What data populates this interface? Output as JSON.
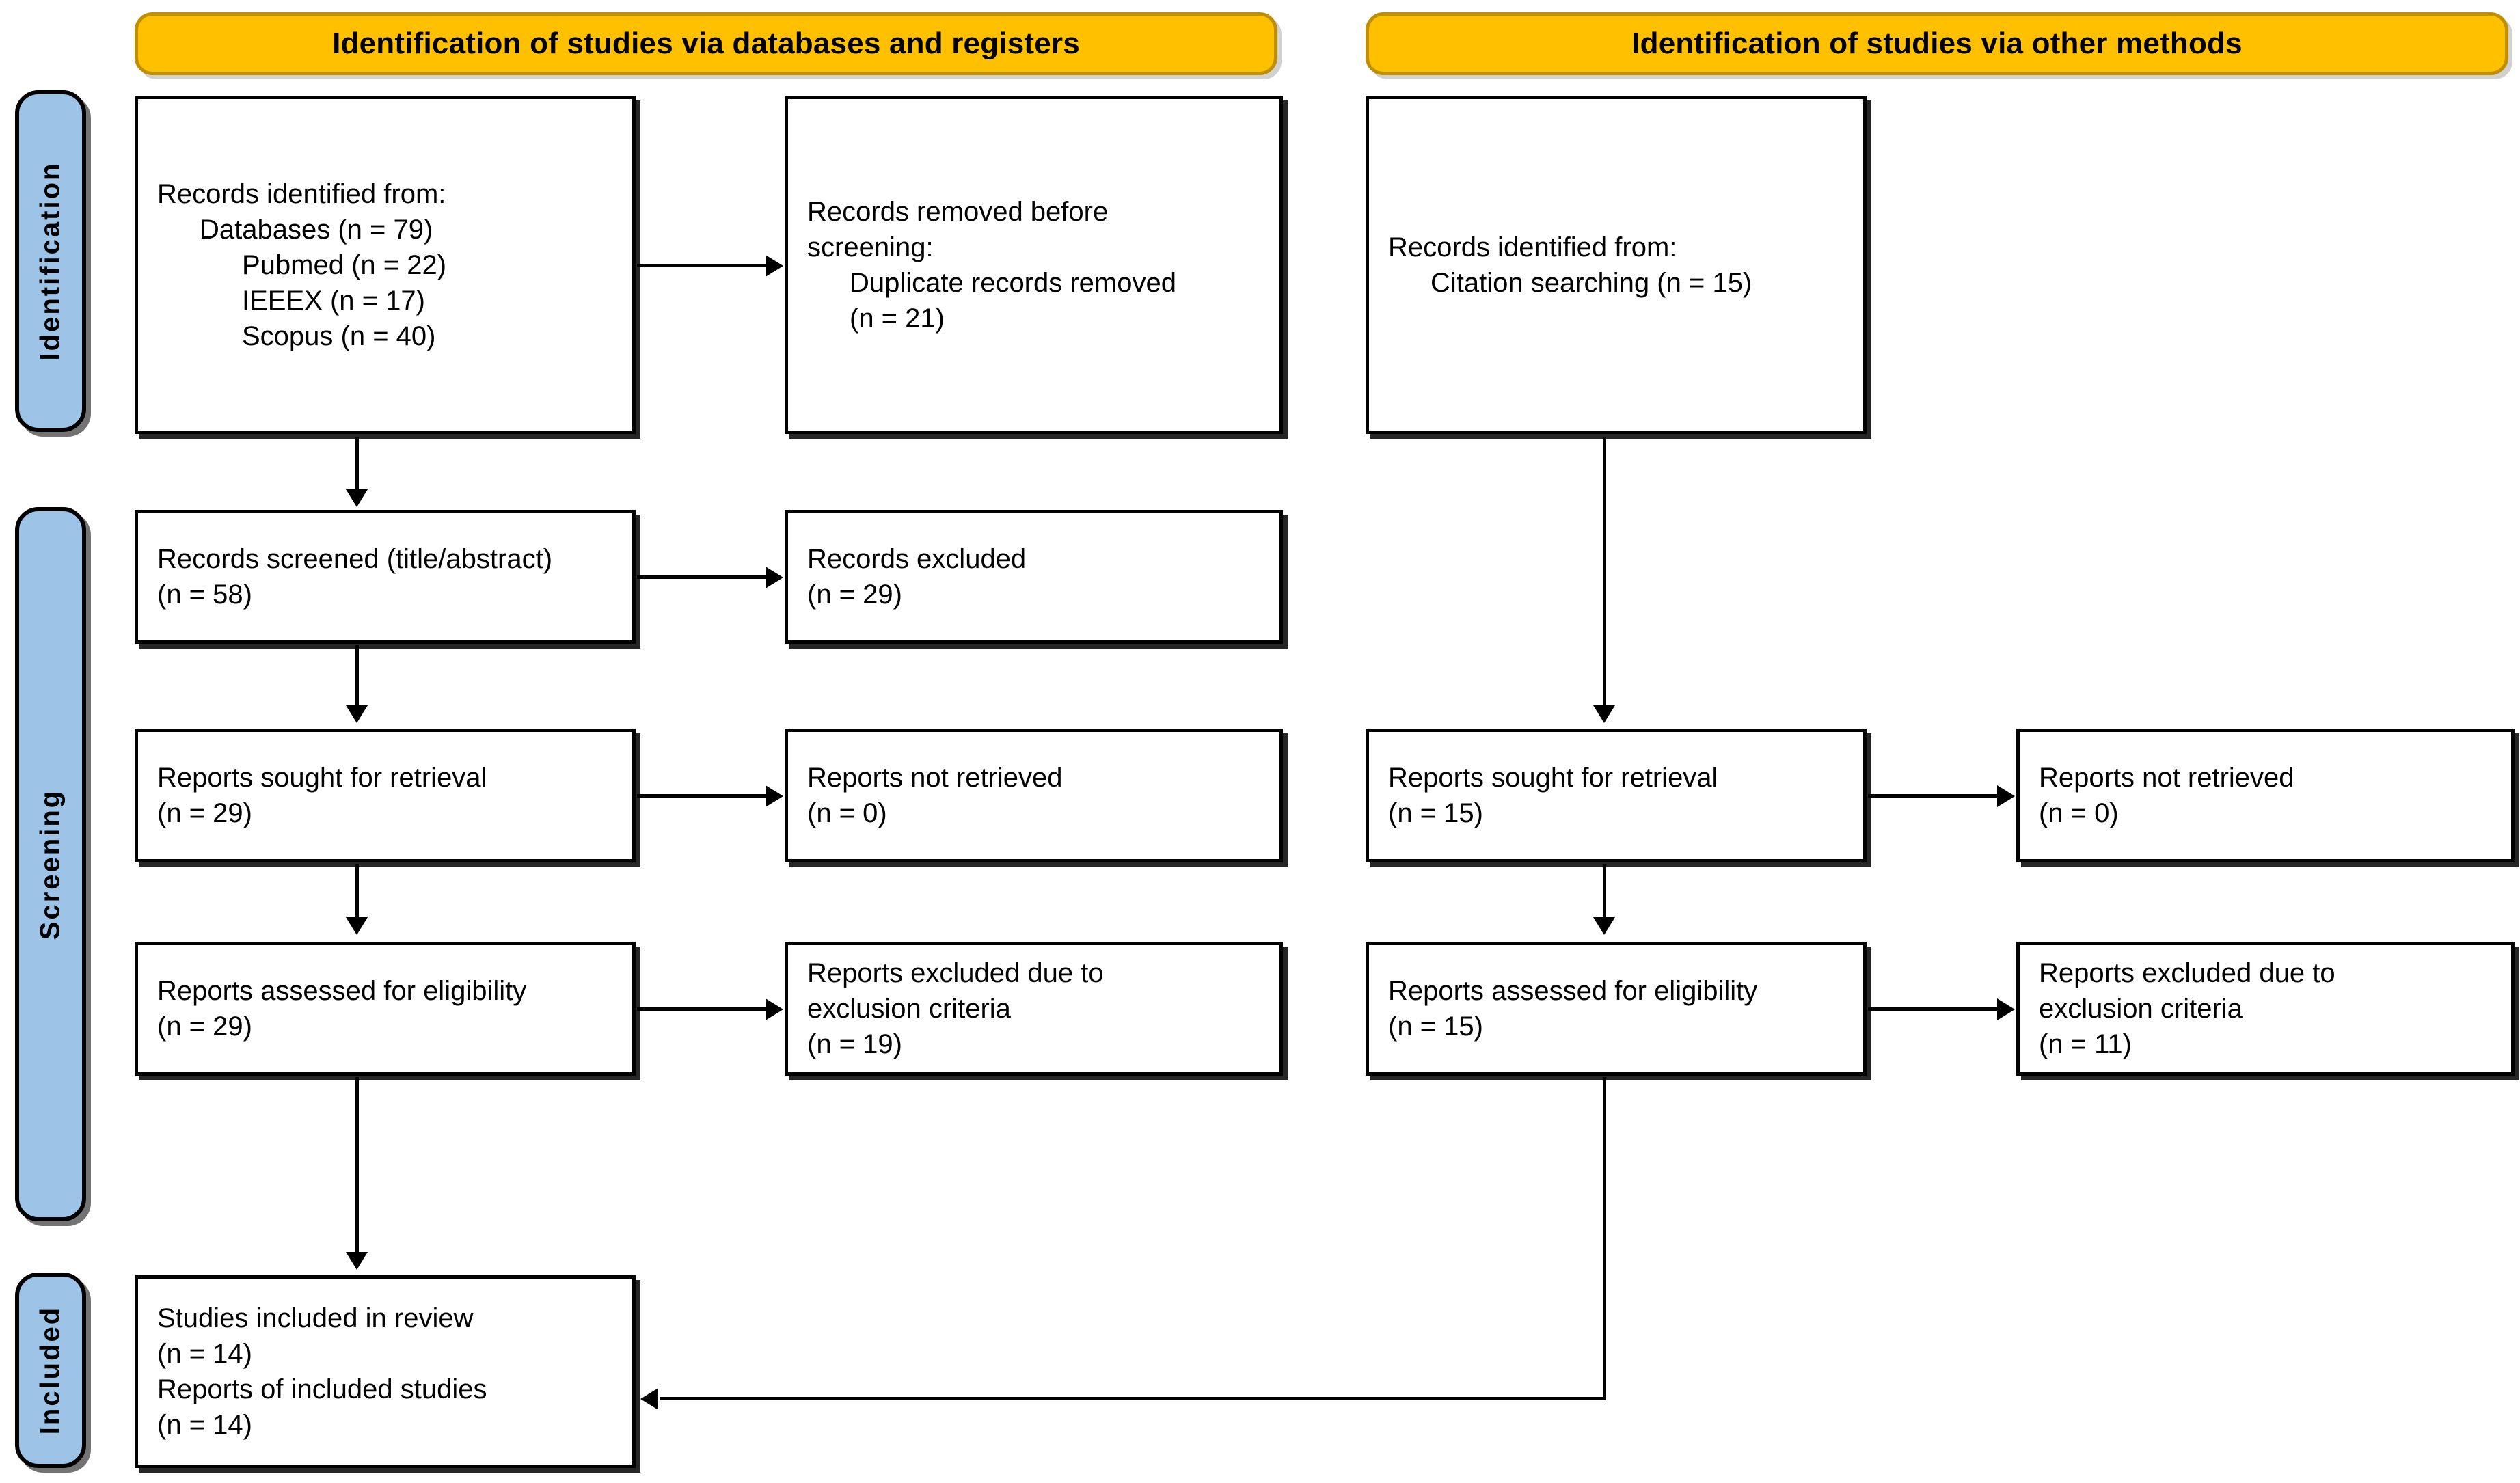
{
  "diagram": {
    "type": "prisma-flow-diagram",
    "colors": {
      "header_fill": "#ffc000",
      "header_border": "#bf8f00",
      "stage_label_fill": "#9dc3e6",
      "node_fill": "#ffffff",
      "stroke": "#000000"
    }
  },
  "headers": {
    "databases": "Identification of studies via databases and registers",
    "other_methods": "Identification of studies via other methods"
  },
  "stages": {
    "identification": "Identification",
    "screening": "Screening",
    "included": "Included"
  },
  "left_column": {
    "records_identified": {
      "lines": [
        "Records identified from:",
        "Databases (n = 79)",
        "Pubmed (n = 22)",
        "IEEEX (n = 17)",
        "Scopus (n = 40)"
      ]
    },
    "records_screened": {
      "lines": [
        "Records screened (title/abstract)",
        "(n = 58)"
      ]
    },
    "reports_sought": {
      "lines": [
        "Reports sought for retrieval",
        "(n = 29)"
      ]
    },
    "reports_assessed": {
      "lines": [
        "Reports assessed for eligibility",
        "(n = 29)"
      ]
    },
    "studies_included": {
      "lines": [
        "Studies included in review",
        "(n = 14)",
        "Reports of included studies",
        "(n = 14)"
      ]
    }
  },
  "left_exclusions": {
    "records_removed": {
      "lines": [
        "Records removed ",
        "before",
        "screening",
        ":",
        "Duplicate records removed",
        "(n = 21)"
      ],
      "line1_plain": "Records removed ",
      "line1_italic": "before",
      "line2_italic": "screening",
      "line2_plain": ":",
      "line3": "Duplicate records removed",
      "line4": "(n = 21)"
    },
    "records_excluded": {
      "lines": [
        "Records excluded",
        "(n = 29)"
      ]
    },
    "reports_not_retrieved": {
      "lines": [
        "Reports not retrieved",
        "(n = 0)"
      ]
    },
    "reports_excluded": {
      "lines": [
        "Reports excluded due to",
        "exclusion criteria",
        "(n = 19)"
      ]
    }
  },
  "right_column": {
    "records_identified": {
      "lines": [
        "Records identified from:",
        "Citation searching (n = 15)"
      ]
    },
    "reports_sought": {
      "lines": [
        "Reports sought for retrieval",
        "(n = 15)"
      ]
    },
    "reports_assessed": {
      "lines": [
        "Reports assessed for eligibility",
        "(n = 15)"
      ]
    }
  },
  "right_exclusions": {
    "reports_not_retrieved": {
      "lines": [
        "Reports not retrieved",
        "(n = 0)"
      ]
    },
    "reports_excluded": {
      "lines": [
        "Reports excluded due to",
        "exclusion criteria",
        "(n = 11)"
      ]
    }
  }
}
